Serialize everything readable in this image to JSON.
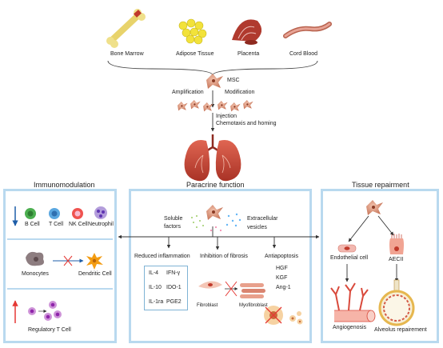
{
  "sources": {
    "bone_marrow": "Bone Marrow",
    "adipose_tissue": "Adipose Tissue",
    "placenta": "Placenta",
    "cord_blood": "Cord Blood"
  },
  "process": {
    "msc": "MSC",
    "amplification": "Amplification",
    "modification": "Modification",
    "injection": "Injection",
    "chemotaxis": "Chemotaxis and homing"
  },
  "immuno": {
    "title": "Immunomodulation",
    "b_cell": "B Cell",
    "t_cell": "T Cell",
    "nk_cell": "NK Cell",
    "neutrophil": "Neutrophil",
    "monocytes": "Monocytes",
    "dendritic_cell": "Dendritic Cell",
    "treg": "Regulatory T Cell"
  },
  "paracrine": {
    "title": "Paracrine  function",
    "soluble_1": "Soluble",
    "soluble_2": "factors",
    "vesicles_1": "Extracellular",
    "vesicles_2": "vesicles",
    "reduced_inflammation": "Reduced inflammation",
    "cytokines": [
      "IL-4",
      "IFN-γ",
      "IL-10",
      "IDO-1",
      "IL-1ra",
      "PGE2"
    ],
    "fibrosis": "Inhibition of fibrosis",
    "fibroblast": "Fibroblast",
    "myofibroblast": "Myofibroblast",
    "antiapoptosis": "Antiapoptosis",
    "factors": [
      "HGF",
      "KGF",
      "Ang-1"
    ]
  },
  "repair": {
    "title": "Tissue  repairment",
    "endothelial": "Endothelial cell",
    "aecii": "AECII",
    "angiogenesis": "Angiogenosis",
    "alveolus": "Alveolus repairement"
  },
  "colors": {
    "panel_border": "#b9d9ef",
    "lung": "#c0392b",
    "msc_cell": "#e3a48c",
    "red_mark": "#e53935",
    "blue_mark": "#1e5ea8"
  }
}
